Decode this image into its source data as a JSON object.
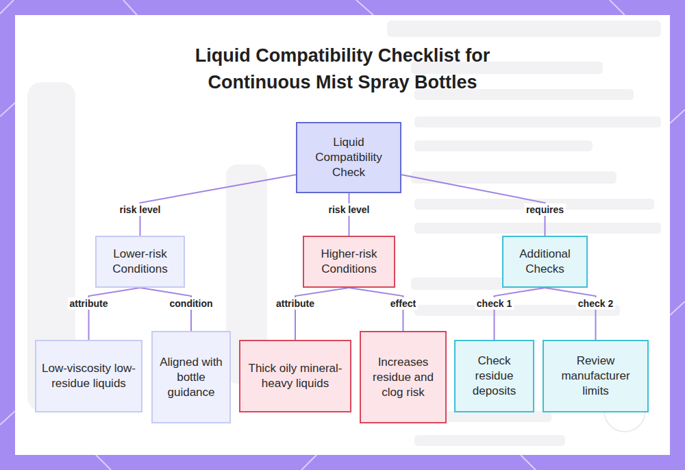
{
  "diagram": {
    "title": "Liquid Compatibility Checklist for Continuous Mist Spray Bottles",
    "nodes": [
      {
        "text": [
          "Liquid Compatibility Check"
        ]
      },
      {
        "text": [
          "Lower-risk Conditions"
        ]
      },
      {
        "text": [
          "Higher-risk Conditions"
        ]
      },
      {
        "text": [
          "Additional Checks"
        ]
      },
      {
        "text": [
          "Low-viscosity low-residue liquids"
        ]
      },
      {
        "text": [
          "Aligned with bottle guidance"
        ]
      },
      {
        "text": [
          "Thick oily mineral-heavy liquids"
        ]
      },
      {
        "text": [
          "Increases residue and clog risk"
        ]
      },
      {
        "text": [
          "Check residue deposits"
        ]
      },
      {
        "text": [
          "Review manufacturer limits"
        ]
      }
    ],
    "edges": [
      {
        "from": 0,
        "to": 1,
        "label": "risk level",
        "arrow": "none"
      },
      {
        "from": 0,
        "to": 2,
        "label": "risk level",
        "arrow": "none"
      },
      {
        "from": 0,
        "to": 3,
        "label": "requires",
        "arrow": "none"
      },
      {
        "from": 1,
        "to": 4,
        "label": "attribute",
        "arrow": "none"
      },
      {
        "from": 1,
        "to": 5,
        "label": "condition",
        "arrow": "none"
      },
      {
        "from": 2,
        "to": 6,
        "label": "attribute",
        "arrow": "none"
      },
      {
        "from": 2,
        "to": 7,
        "label": "effect",
        "arrow": "none"
      },
      {
        "from": 3,
        "to": 8,
        "label": "check 1",
        "arrow": "none"
      },
      {
        "from": 3,
        "to": 9,
        "label": "check 2",
        "arrow": "none"
      }
    ]
  }
}
